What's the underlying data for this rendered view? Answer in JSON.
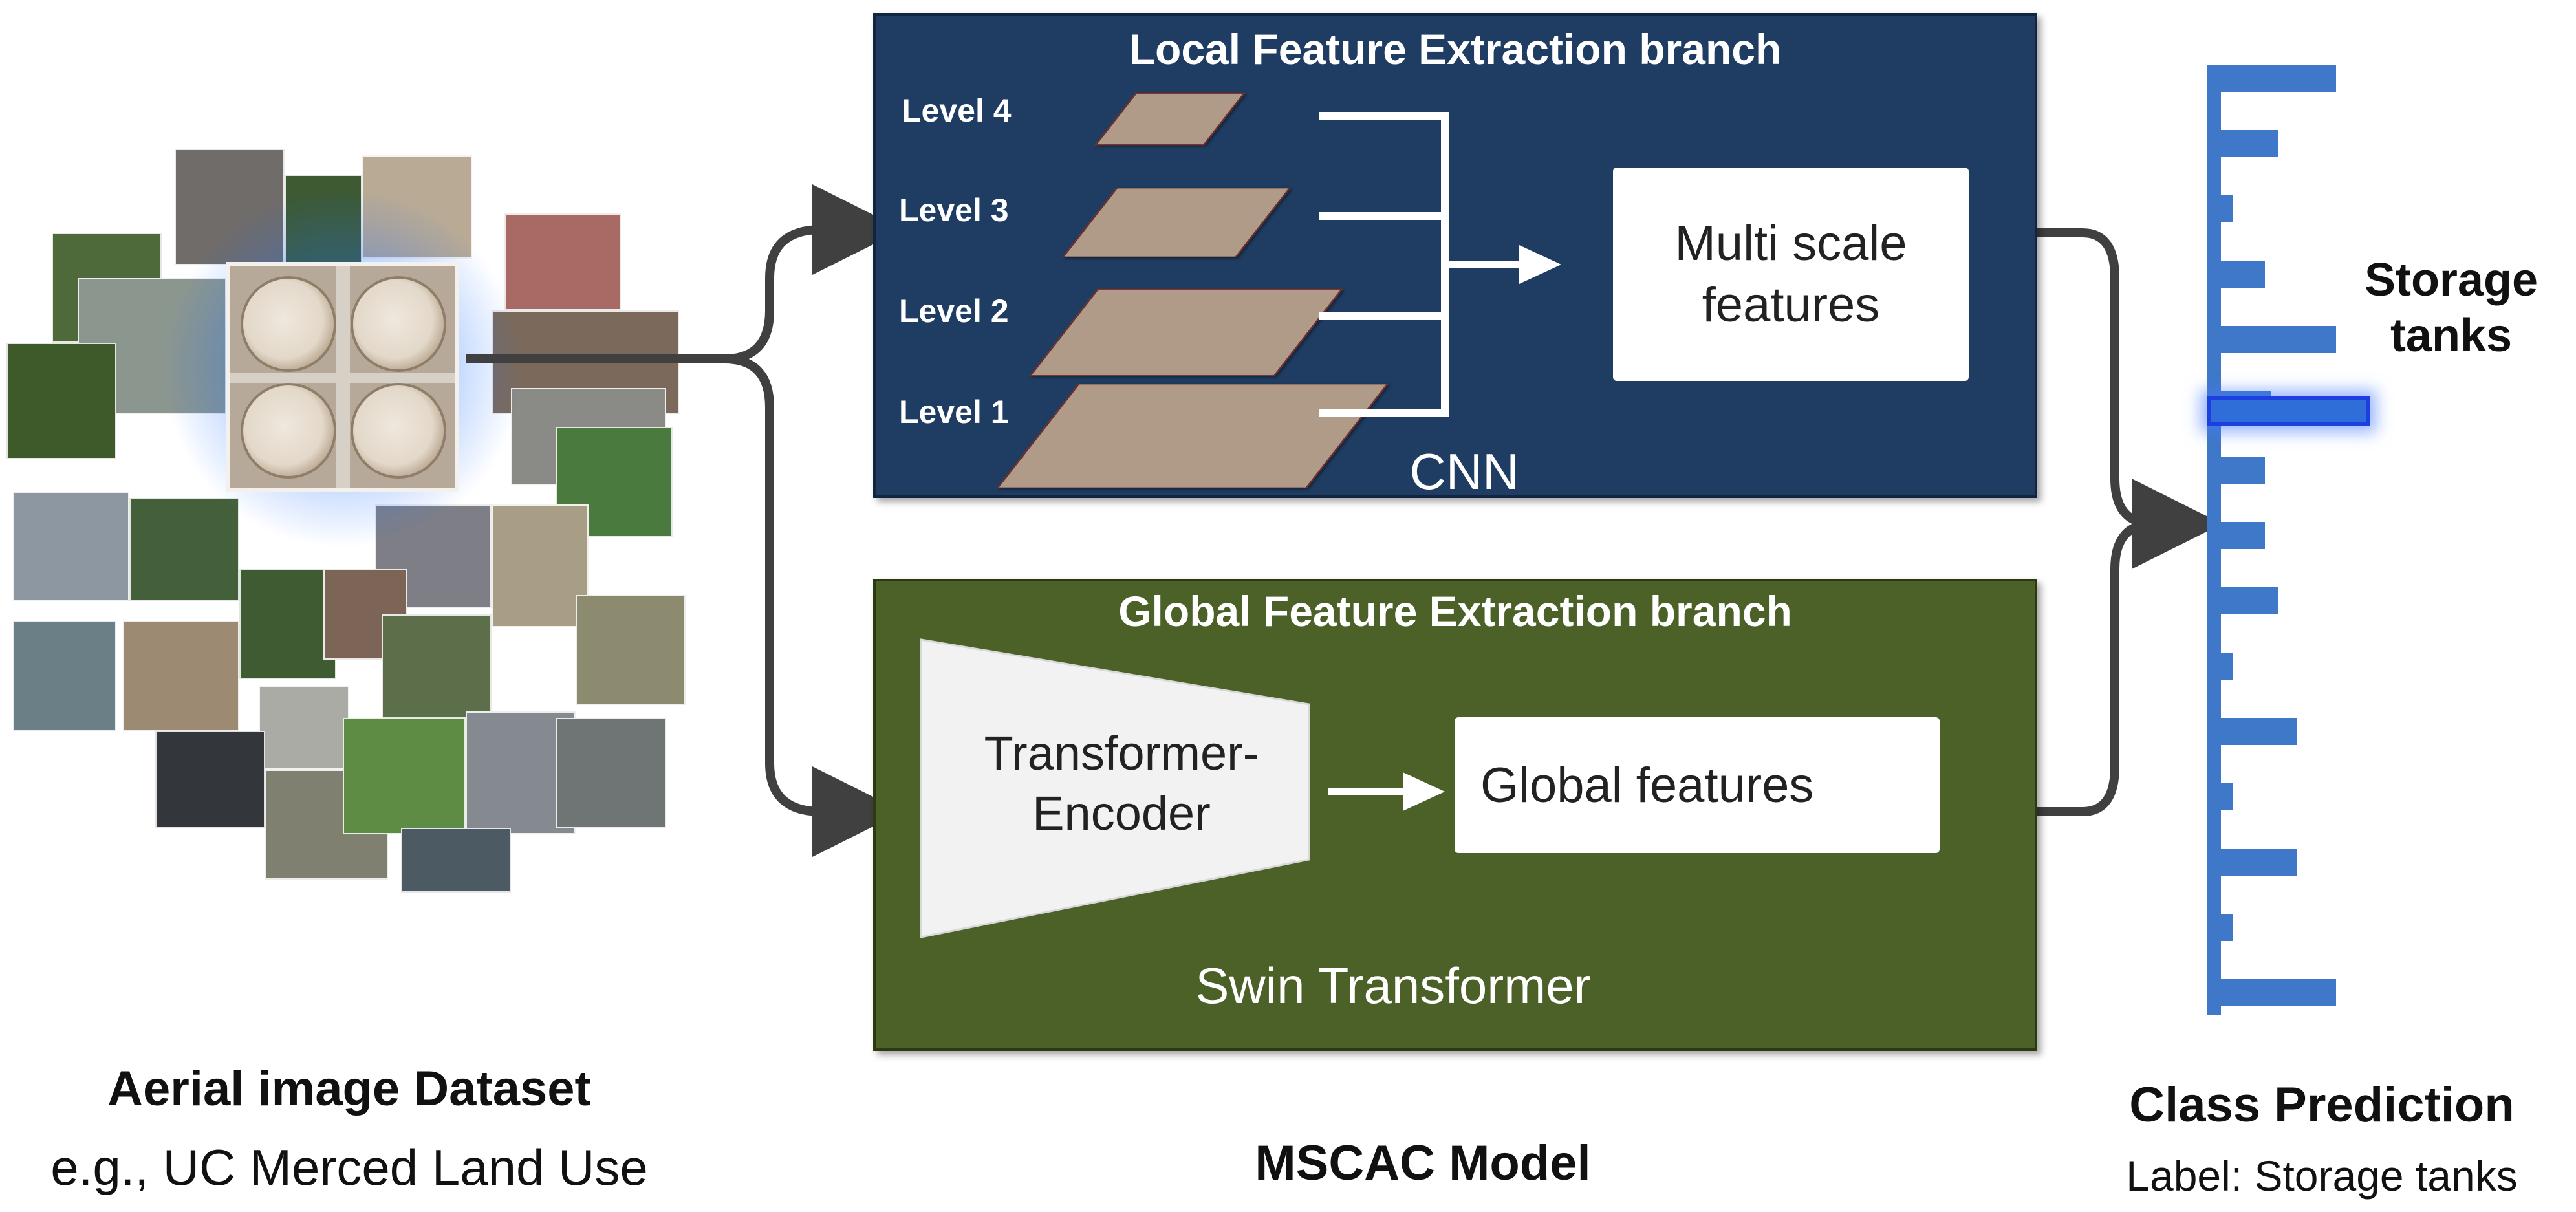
{
  "local_branch": {
    "title": "Local Feature Extraction branch",
    "levels": [
      "Level 4",
      "Level 3",
      "Level 2",
      "Level 1"
    ],
    "output_box": "Multi scale features",
    "caption": "CNN"
  },
  "global_branch": {
    "title": "Global Feature Extraction branch",
    "encoder": "Transformer-Encoder",
    "output_box": "Global features",
    "caption": "Swin Transformer"
  },
  "dataset": {
    "title": "Aerial image Dataset",
    "subtitle": "e.g., UC Merced Land Use"
  },
  "model": {
    "title": "MSCAC Model"
  },
  "prediction": {
    "highlight_label": "Storage tanks",
    "title": "Class Prediction",
    "label": "Label: Storage tanks",
    "bar_lengths": [
      1.0,
      0.55,
      0.2,
      0.45,
      1.0,
      0.5,
      0.45,
      0.45,
      0.55,
      0.2,
      0.7,
      0.2,
      0.7,
      0.2,
      1.0
    ],
    "highlight_index": 5
  },
  "colors": {
    "local_bg": "#1f3d63",
    "global_bg": "#4c6128",
    "bar": "#3f78c8",
    "highlight": "#1d3fe0",
    "arrow": "#404040"
  }
}
